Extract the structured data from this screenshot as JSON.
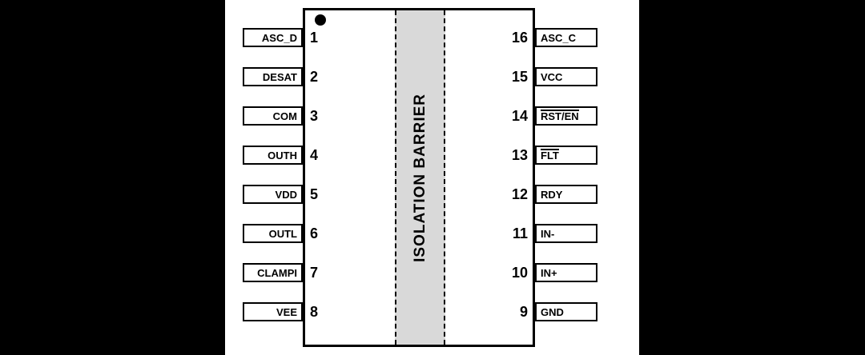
{
  "colors": {
    "background": "#000000",
    "canvas": "#ffffff",
    "barrier_fill": "#d9d9d9",
    "line": "#000000"
  },
  "chip": {
    "barrier_label": "ISOLATION BARRIER",
    "left_pins": [
      {
        "num": "1",
        "label": "ASC_D",
        "overline": false
      },
      {
        "num": "2",
        "label": "DESAT",
        "overline": false
      },
      {
        "num": "3",
        "label": "COM",
        "overline": false
      },
      {
        "num": "4",
        "label": "OUTH",
        "overline": false
      },
      {
        "num": "5",
        "label": "VDD",
        "overline": false
      },
      {
        "num": "6",
        "label": "OUTL",
        "overline": false
      },
      {
        "num": "7",
        "label": "CLAMPI",
        "overline": false
      },
      {
        "num": "8",
        "label": "VEE",
        "overline": false
      }
    ],
    "right_pins": [
      {
        "num": "16",
        "label": "ASC_C",
        "overline": false
      },
      {
        "num": "15",
        "label": "VCC",
        "overline": false
      },
      {
        "num": "14",
        "label": "RST/EN",
        "overline": true
      },
      {
        "num": "13",
        "label": "FLT",
        "overline": true
      },
      {
        "num": "12",
        "label": "RDY",
        "overline": false
      },
      {
        "num": "11",
        "label": "IN-",
        "overline": false
      },
      {
        "num": "10",
        "label": "IN+",
        "overline": false
      },
      {
        "num": "9",
        "label": "GND",
        "overline": false
      }
    ]
  }
}
